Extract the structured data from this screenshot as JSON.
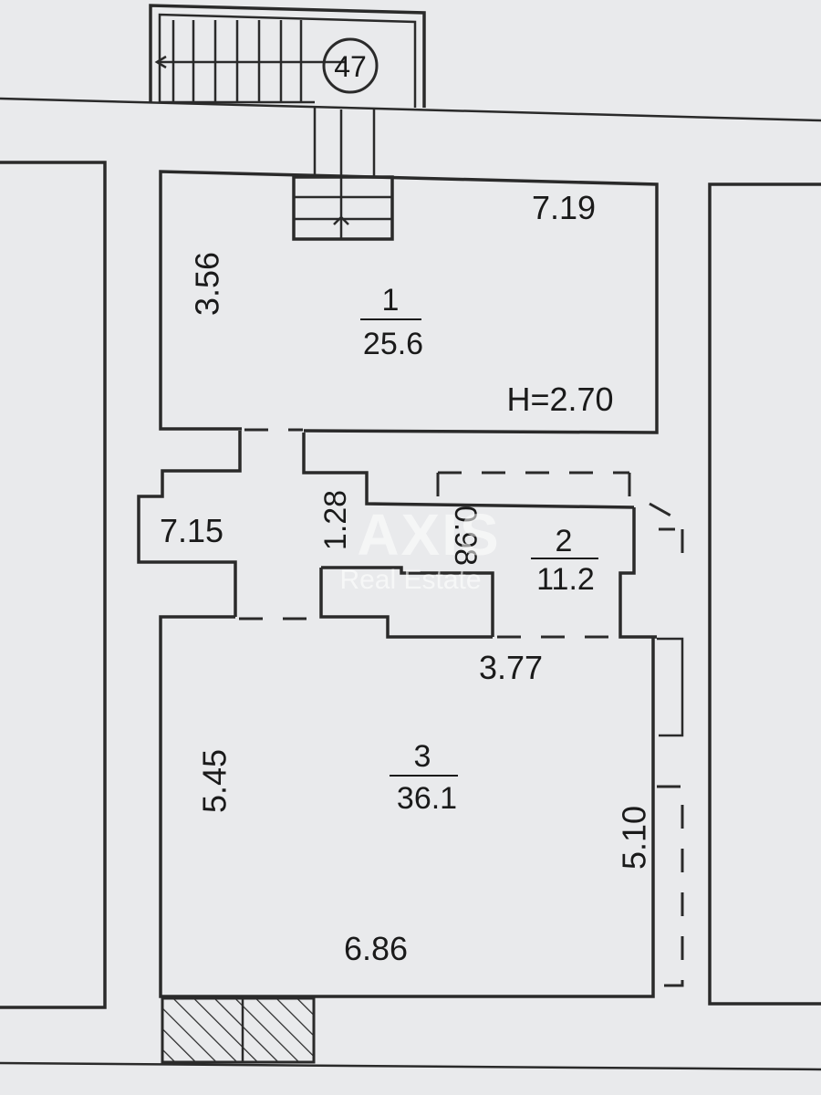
{
  "entrance": {
    "number": "47"
  },
  "rooms": [
    {
      "number": "1",
      "area": "25.6",
      "height": "H=2.70",
      "width": "7.19",
      "depth": "3.56"
    },
    {
      "number": "2",
      "area": "11.2",
      "width": "0.98",
      "depth": "1.28"
    },
    {
      "number": "3",
      "area": "36.1",
      "width": "6.86",
      "inner_width": "3.77",
      "depth": "5.45",
      "right_depth": "5.10"
    }
  ],
  "corridor": {
    "length": "7.15"
  },
  "watermark": {
    "brand": "AXIS",
    "subtitle": "Real Estate"
  }
}
